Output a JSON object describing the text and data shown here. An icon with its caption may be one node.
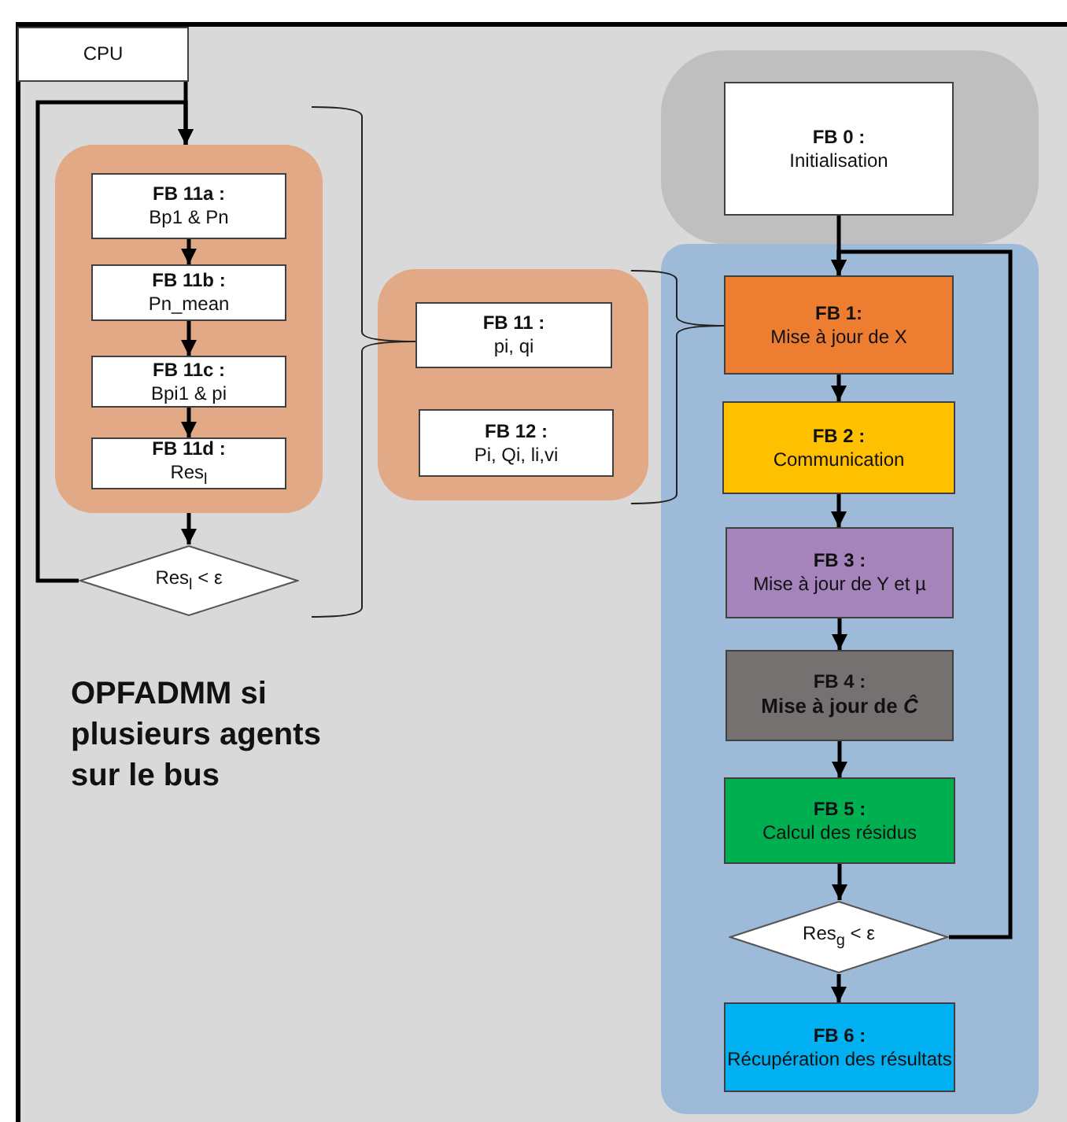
{
  "diagram": {
    "nodes": [
      {
        "text": [
          "CPU"
        ]
      },
      {
        "text": [],
        "shape": "box"
      },
      {
        "text": [
          "FB 11a :",
          "Bp1 & Pn"
        ],
        "in": 1
      },
      {
        "text": [
          "FB 11b :",
          "Pn_mean"
        ],
        "in": 1
      },
      {
        "text": [
          "FB 11c :",
          "Bpi1 & pi"
        ],
        "in": 1
      },
      {
        "text": [
          "FB 11d :",
          "Res$_{l}$"
        ],
        "in": 1
      },
      {
        "text": [
          "Res$_{l}$ < ε"
        ]
      },
      {
        "text": [],
        "shape": "box"
      },
      {
        "text": [
          "FB 11 :",
          "pi, qi"
        ],
        "in": 7
      },
      {
        "text": [
          "FB 12 :",
          "Pi, Qi, li,vi"
        ],
        "in": 7
      },
      {
        "text": [],
        "shape": "box"
      },
      {
        "text": [
          "FB 0 :",
          "Initialisation"
        ],
        "in": 10
      },
      {
        "text": [],
        "shape": "box"
      },
      {
        "text": [
          "FB 1:",
          "Mise à jour de X"
        ],
        "in": 12
      },
      {
        "text": [
          "FB 2 :",
          "Communication"
        ],
        "in": 12
      },
      {
        "text": [
          "FB 3 :",
          "Mise à jour de Y et µ"
        ],
        "in": 12
      },
      {
        "text": [
          "FB 4 :",
          "Mise à jour de *Ĉ*"
        ],
        "in": 12
      },
      {
        "text": [
          "FB 5 :",
          "Calcul des résidus"
        ],
        "in": 12
      },
      {
        "text": [
          "Res$_{g}$ < ε"
        ],
        "in": 12
      },
      {
        "text": [
          "FB 6 :",
          "Récupération des résultats"
        ],
        "in": 12
      }
    ],
    "edges": [
      {
        "from": 0,
        "to": 1,
        "arrow": "to"
      },
      {
        "from": 6,
        "to": 1,
        "arrow": "to"
      },
      {
        "from": 2,
        "to": 3,
        "arrow": "to"
      },
      {
        "from": 3,
        "to": 4,
        "arrow": "to"
      },
      {
        "from": 4,
        "to": 5,
        "arrow": "to"
      },
      {
        "from": 1,
        "to": 6,
        "arrow": "to"
      },
      {
        "from": 11,
        "to": 13,
        "arrow": "to"
      },
      {
        "from": 13,
        "to": 14,
        "arrow": "to"
      },
      {
        "from": 14,
        "to": 15,
        "arrow": "to"
      },
      {
        "from": 15,
        "to": 16,
        "arrow": "to"
      },
      {
        "from": 16,
        "to": 17,
        "arrow": "to"
      },
      {
        "from": 17,
        "to": 18,
        "arrow": "to"
      },
      {
        "from": 18,
        "to": 19,
        "arrow": "to"
      },
      {
        "from": 18,
        "to": 13,
        "arrow": "to"
      }
    ],
    "labels": [
      "OPFADMM si plusieurs agents sur le bus"
    ]
  }
}
